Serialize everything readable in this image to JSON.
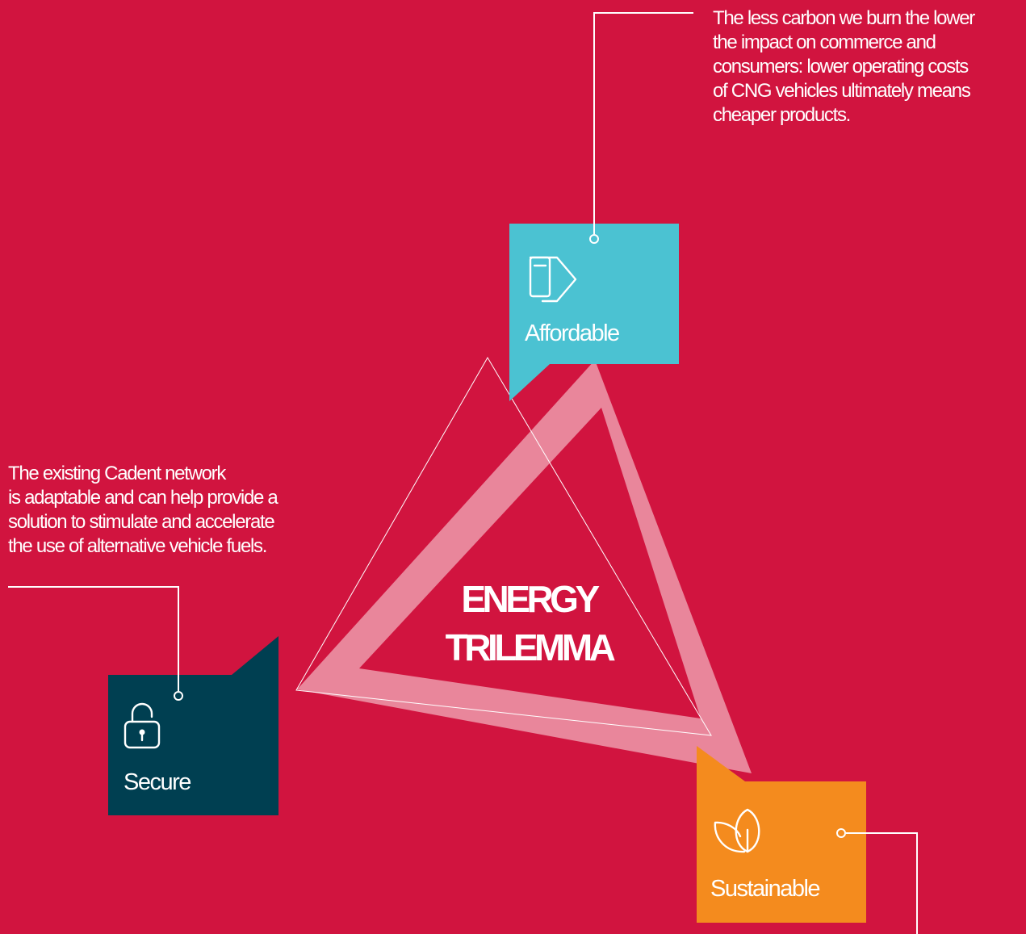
{
  "colors": {
    "background": "#d1143f",
    "affordable": "#4bc2d2",
    "secure": "#003f51",
    "sustainable": "#f48b1e",
    "triangle_band": "#e9869b",
    "lines": "#ffffff"
  },
  "center_title": "ENERGY\nTRILEMMA",
  "nodes": [
    {
      "id": "affordable",
      "label": "Affordable",
      "icon": "price-tag-icon",
      "caption": "The less carbon we burn the lower\nthe impact on commerce and\nconsumers: lower operating costs\nof CNG vehicles ultimately means\ncheaper products."
    },
    {
      "id": "secure",
      "label": "Secure",
      "icon": "padlock-icon",
      "caption": "The existing Cadent network\nis adaptable and can help provide a\nsolution to stimulate and accelerate\nthe use of alternative vehicle fuels."
    },
    {
      "id": "sustainable",
      "label": "Sustainable",
      "icon": "leaf-icon",
      "caption": ""
    }
  ]
}
